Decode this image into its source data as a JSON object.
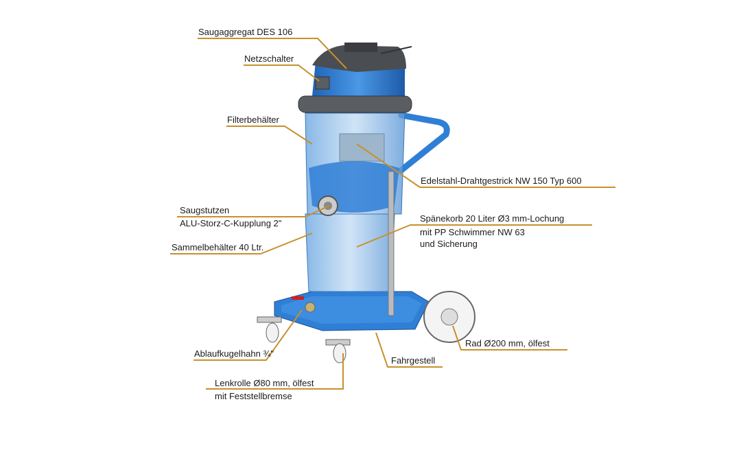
{
  "colors": {
    "leader": "#c8902a",
    "body_blue": "#2f7fd6",
    "dark_gray": "#4a4d52",
    "text": "#1a1a1a"
  },
  "labels": {
    "saugaggregat": "Saugaggregat DES 106",
    "netzschalter": "Netzschalter",
    "filterbehaelter": "Filterbehälter",
    "drahtgestrick": "Edelstahl-Drahtgestrick NW 150 Typ 600",
    "saugstutzen": "Saugstutzen",
    "kupplung": "ALU-Storz-C-Kupplung 2\"",
    "sammelbehaelter": "Sammelbehälter 40 Ltr.",
    "spaenekorb_1": "Spänekorb 20 Liter Ø3 mm-Lochung",
    "spaenekorb_2": "mit PP Schwimmer NW 63",
    "spaenekorb_3": "und Sicherung",
    "rad": "Rad Ø200 mm, ölfest",
    "fahrgestell": "Fahrgestell",
    "ablaufkugelhahn": "Ablaufkugelhahn ¾\"",
    "lenkrolle_1": "Lenkrolle Ø80 mm, ölfest",
    "lenkrolle_2": "mit Feststellbremse"
  }
}
